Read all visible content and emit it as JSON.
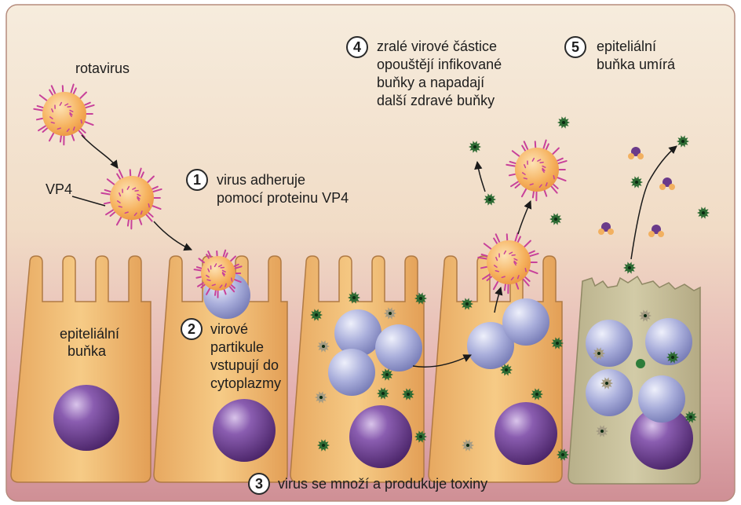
{
  "labels": {
    "rotavirus": "rotavirus",
    "vp4": "VP4",
    "epithelial_cell": [
      "epiteliální",
      "buňka"
    ]
  },
  "steps": [
    {
      "num": "1",
      "text": [
        "virus adheruje",
        "pomocí proteinu VP4"
      ]
    },
    {
      "num": "2",
      "text": [
        "virové",
        "partikule",
        "vstupují do",
        "cytoplazmy"
      ]
    },
    {
      "num": "3",
      "text": [
        "virus se množí a produkuje toxiny"
      ]
    },
    {
      "num": "4",
      "text": [
        "zralé virové částice",
        "opouštějí infikované",
        "buňky a napadají",
        "další zdravé buňky"
      ]
    },
    {
      "num": "5",
      "text": [
        "epiteliální",
        "buňka umírá"
      ]
    }
  ],
  "colors": {
    "background_top": "#f4e6d2",
    "background_bottom": "#cf8f95",
    "cell_fill": "#f2bf74",
    "dying_cell_fill": "#c9c09a",
    "virus_spike": "#c8419a",
    "virus_core": "#f5b25e",
    "nucleus": "#6d3e8f",
    "vesicle": "#a6acd8",
    "toxin": "#2e6b34"
  }
}
